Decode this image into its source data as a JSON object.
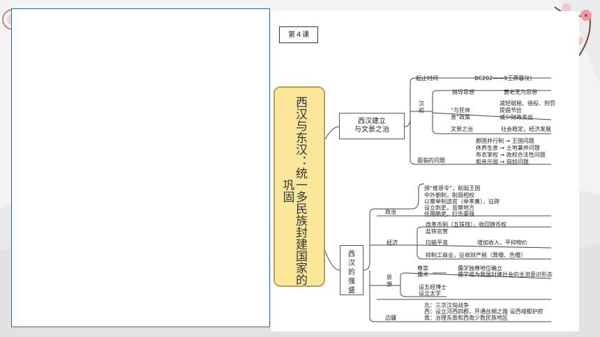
{
  "lesson": "第４课",
  "root_title": "西汉与东汉：统一多民族封建国家的巩固",
  "node1": {
    "line1": "西汉建立",
    "line2": "与文景之治"
  },
  "node2": {
    "line1": "西",
    "line2": "汉",
    "line3": "的",
    "line4": "强",
    "line5": "盛"
  },
  "branch1": {
    "start_label": "起止时间",
    "start_value": "BC202——9王莽篡汉）",
    "hanchu_1": "汉",
    "hanchu_2": "初",
    "guide_label": "指导思想",
    "guide_value": "黄老无为思想",
    "policy_1": "“与民休",
    "policy_2": "息”政策",
    "policy_v1": "减轻赋税、徭役、刑罚",
    "policy_v2": "提倡节俭",
    "policy_v3": "减少财政支出",
    "wenjing_label": "文景之治",
    "wenjing_value": "社会稳定，经济发展",
    "problems_label": "面临的问题",
    "problems": [
      "郡国并行制 → 王国问题",
      "休养生息 → 土地兼并问题",
      "布衣掌权 → 政权合法性问题",
      "和亲示弱 → 匈奴问题"
    ]
  },
  "branch2": {
    "politics_label": "政治",
    "politics": [
      "颁“推恩令”，削弱王国",
      "中外朝制，削弱相权",
      "以察举制选官（举孝廉），征辟",
      "设立刺史，监察地方",
      "任用酷吏，打击豪强"
    ],
    "economy_label": "经济",
    "economy_1a": "改革币制（五铢钱），收回铸币权",
    "economy_1b": "盐铁官营",
    "economy_2a": "均输平准",
    "economy_2b": "增加收入，平抑物价",
    "economy_3": "抑制工商业，征收财产税（算缗、告缗）",
    "thought_1": "思",
    "thought_2": "想",
    "thought_a1": "尊崇",
    "thought_a2": "儒术",
    "thought_b1": "儒学独尊地位确立",
    "thought_b2": "儒学成为我国封建社会的主流意识形态",
    "thought_c1": "设五经博士",
    "thought_c2": "设立太学",
    "frontier_label": "边疆",
    "frontier": [
      "北：三次汉匈战争",
      "西：设立河西四郡，开通丝绸之路   设西域都护府",
      "南：治理东南和西南少数民族地区"
    ]
  }
}
